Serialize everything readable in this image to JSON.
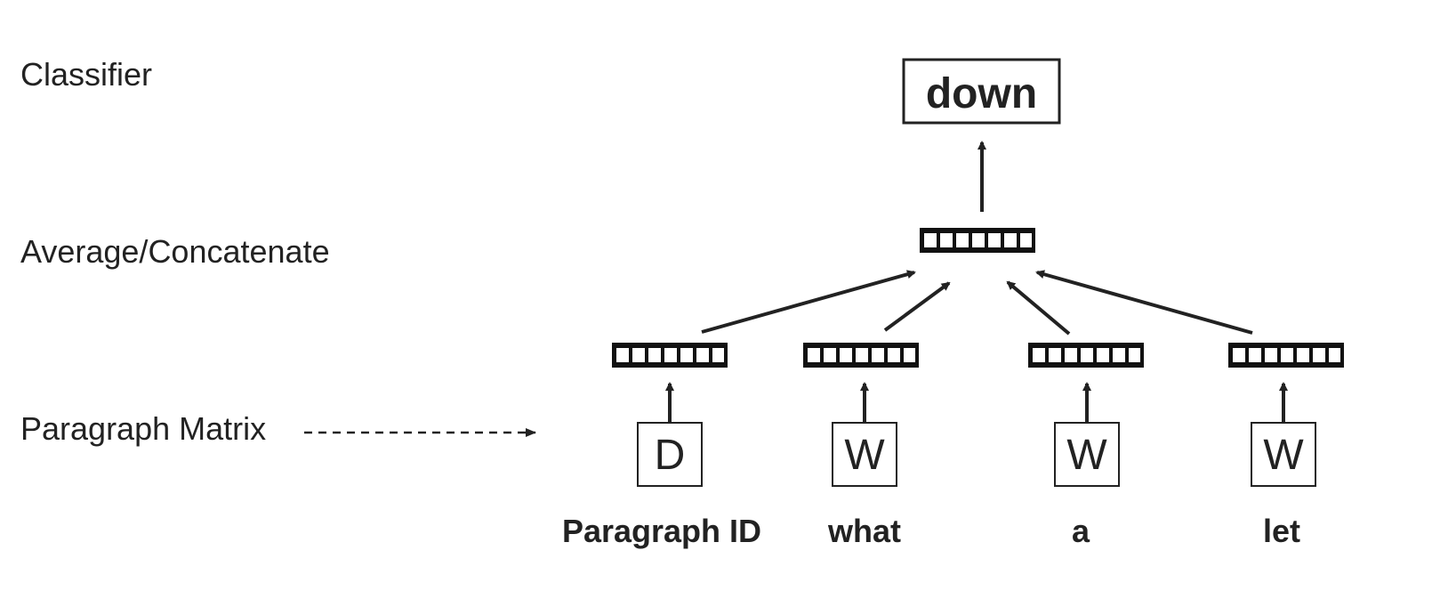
{
  "layers": {
    "classifier": "Classifier",
    "combine": "Average/Concatenate",
    "paragraph_matrix": "Paragraph Matrix"
  },
  "output": {
    "label": "down"
  },
  "inputs": [
    {
      "symbol": "D",
      "word": "Paragraph ID"
    },
    {
      "symbol": "W",
      "word": "what"
    },
    {
      "symbol": "W",
      "word": "a"
    },
    {
      "symbol": "W",
      "word": "let"
    }
  ],
  "colors": {
    "ink": "#222222",
    "background": "#ffffff"
  }
}
